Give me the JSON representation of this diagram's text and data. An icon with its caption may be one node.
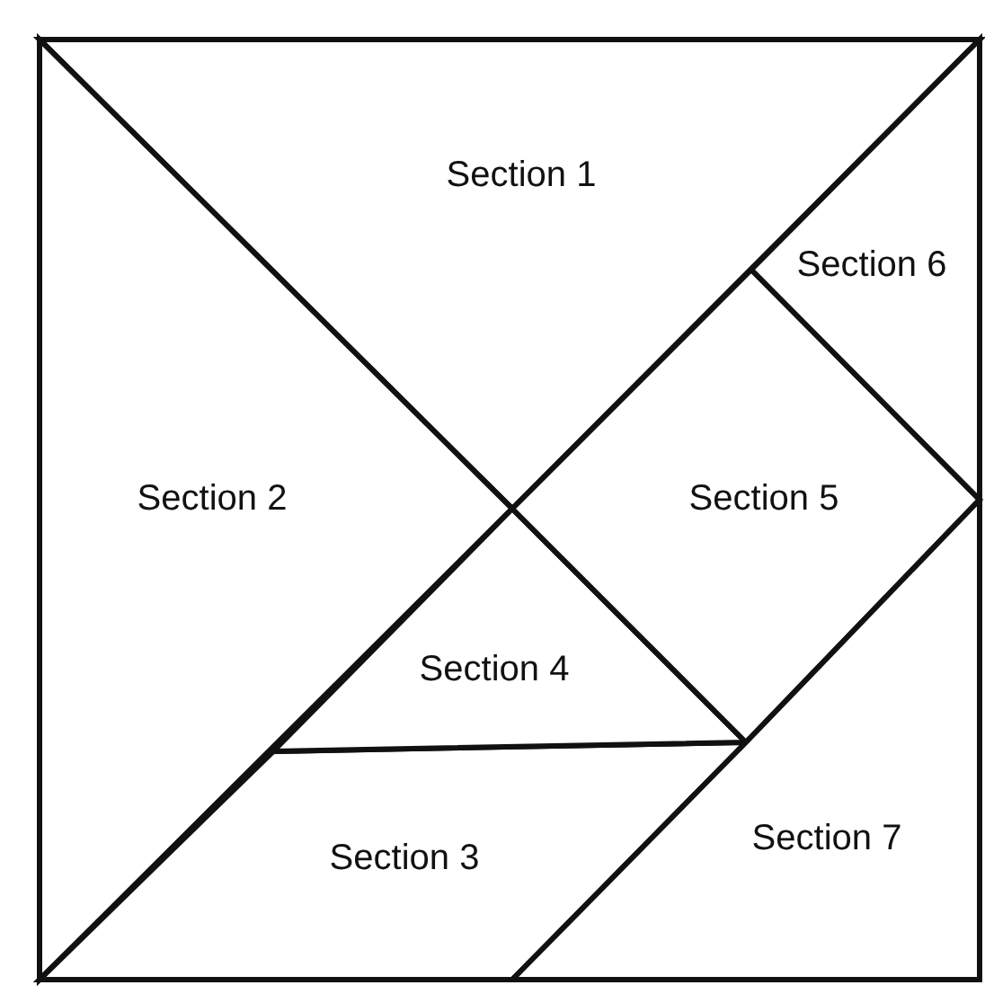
{
  "diagram": {
    "nodes": [
      {
        "text": [
          "Section 1"
        ]
      },
      {
        "text": [
          "Section 2"
        ]
      },
      {
        "text": [
          "Section 3"
        ]
      },
      {
        "text": [
          "Section 4"
        ]
      },
      {
        "text": [
          "Section 5"
        ]
      },
      {
        "text": [
          "Section 6"
        ]
      },
      {
        "text": [
          "Section 7"
        ]
      }
    ]
  }
}
